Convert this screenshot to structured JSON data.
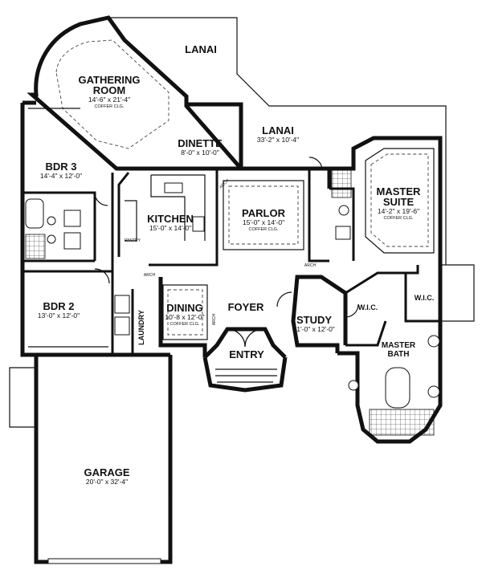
{
  "rooms": {
    "lanai_top": {
      "name": "LANAI"
    },
    "gathering": {
      "name_l1": "GATHERING",
      "name_l2": "ROOM",
      "dims": "14'-6\" x 21'-4\"",
      "note": "COFFER CLG."
    },
    "dinette": {
      "name": "DINETTE",
      "dims": "8'-0\" x 10'-0\""
    },
    "lanai_mid": {
      "name": "LANAI",
      "dims": "33'-2\" x 10'-4\""
    },
    "bdr3": {
      "name": "BDR 3",
      "dims": "14'-4\" x 12'-0\""
    },
    "kitchen": {
      "name": "KITCHEN",
      "dims": "15'-0\" x 14'-0\""
    },
    "parlor": {
      "name": "PARLOR",
      "dims": "15'-0\" x 14'-0\"",
      "note": "COFFER CLG."
    },
    "master_suite": {
      "name_l1": "MASTER",
      "name_l2": "SUITE",
      "dims": "14'-2\" x 19'-6\"",
      "note": "COFFER CLG."
    },
    "pantry": {
      "name": "PANTRY"
    },
    "bdr2": {
      "name": "BDR 2",
      "dims": "13'-0\" x 12'-0\""
    },
    "laundry": {
      "name": "LAUNDRY"
    },
    "dining": {
      "name": "DINING",
      "dims": "10'-8 x 12'-0\"",
      "note": "COFFER CLG."
    },
    "foyer": {
      "name": "FOYER"
    },
    "study": {
      "name": "STUDY",
      "dims": "11'-0\" x 12'-0\""
    },
    "entry": {
      "name": "ENTRY"
    },
    "wic1": {
      "name": "W.I.C."
    },
    "wic2": {
      "name": "W.I.C."
    },
    "master_bath": {
      "name_l1": "MASTER",
      "name_l2": "BATH"
    },
    "garage": {
      "name": "GARAGE",
      "dims": "20'-0\" x 32'-4\""
    }
  },
  "labels": {
    "arch": "ARCH"
  }
}
